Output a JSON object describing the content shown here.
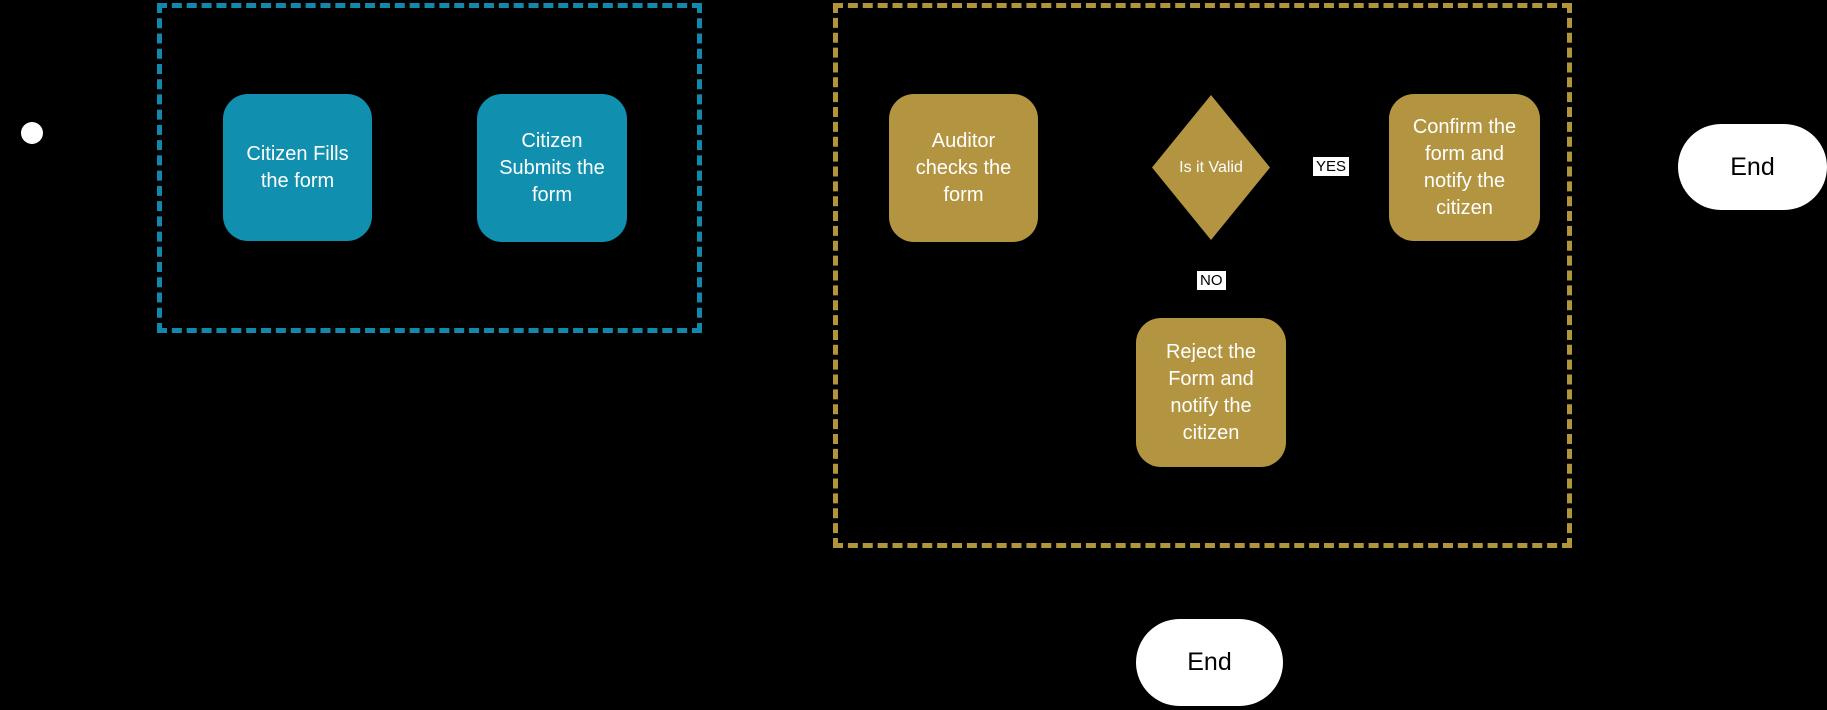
{
  "palette": {
    "background": "#000000",
    "citizen_task_fill": "#1090AE",
    "citizen_lane_dash": "#1289AC",
    "auditor_task_fill": "#B39440",
    "auditor_lane_dash": "#B29439",
    "shape_text": "#FFFFFF",
    "end_node_fill": "#FFFFFF",
    "end_node_text": "#000000",
    "edge_label_bg": "#FFFFFF",
    "edge_label_text": "#000000"
  },
  "nodes": {
    "citizen_fills": {
      "label": "Citizen Fills\nthe form"
    },
    "citizen_submits": {
      "label": "Citizen\nSubmits the\nform"
    },
    "auditor_checks": {
      "label": "Auditor\nchecks the\nform"
    },
    "gateway": {
      "label": "Is it Valid"
    },
    "confirm": {
      "label": "Confirm the\nform and\nnotify the\ncitizen"
    },
    "reject": {
      "label": "Reject the\nForm and\nnotify the\ncitizen"
    },
    "end_right": {
      "label": "End"
    },
    "end_bottom": {
      "label": "End"
    }
  },
  "edge_labels": {
    "yes": "YES",
    "no": "NO"
  }
}
